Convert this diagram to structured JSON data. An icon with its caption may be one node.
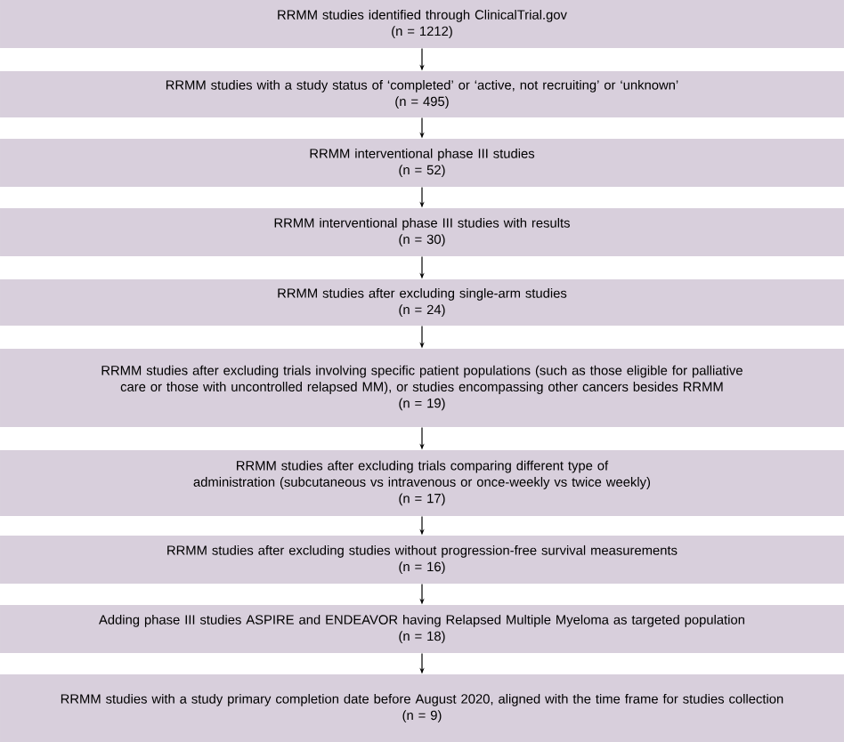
{
  "diagram": {
    "nodes": [
      {
        "text": [
          "RRMM studies identified through ClinicalTrial.gov",
          "(n = 1212)"
        ]
      },
      {
        "text": [
          "RRMM studies with a study status of ‘completed’ or ‘active, not recruiting’ or ‘unknown’",
          "(n = 495)"
        ]
      },
      {
        "text": [
          "RRMM interventional phase III studies",
          "(n = 52)"
        ]
      },
      {
        "text": [
          "RRMM interventional phase III studies with results",
          "(n = 30)"
        ]
      },
      {
        "text": [
          "RRMM studies after excluding single-arm studies",
          "(n = 24)"
        ]
      },
      {
        "text": [
          "RRMM studies after excluding trials involving specific patient populations (such as those eligible for palliative care or those with uncontrolled relapsed MM), or studies encompassing other cancers besides RRMM",
          "(n = 19)"
        ]
      },
      {
        "text": [
          "RRMM studies after excluding trials comparing different type of administration (subcutaneous vs intravenous or once-weekly vs twice weekly)",
          "(n = 17)"
        ]
      },
      {
        "text": [
          "RRMM studies after excluding studies without progression-free survival measurements",
          "(n = 16)"
        ]
      },
      {
        "text": [
          "Adding phase III studies ASPIRE and ENDEAVOR having Relapsed Multiple Myeloma as targeted population",
          "(n = 18)"
        ]
      },
      {
        "text": [
          "RRMM studies with a study primary completion date before August 2020, aligned with the time frame for studies collection",
          "(n = 9)"
        ]
      }
    ],
    "edges": [
      {
        "from": 0,
        "to": 1,
        "arrow": "to"
      },
      {
        "from": 1,
        "to": 2,
        "arrow": "to"
      },
      {
        "from": 2,
        "to": 3,
        "arrow": "to"
      },
      {
        "from": 3,
        "to": 4,
        "arrow": "to"
      },
      {
        "from": 4,
        "to": 5,
        "arrow": "to"
      },
      {
        "from": 5,
        "to": 6,
        "arrow": "to"
      },
      {
        "from": 6,
        "to": 7,
        "arrow": "to"
      },
      {
        "from": 7,
        "to": 8,
        "arrow": "to"
      },
      {
        "from": 8,
        "to": 9,
        "arrow": "to"
      }
    ]
  }
}
